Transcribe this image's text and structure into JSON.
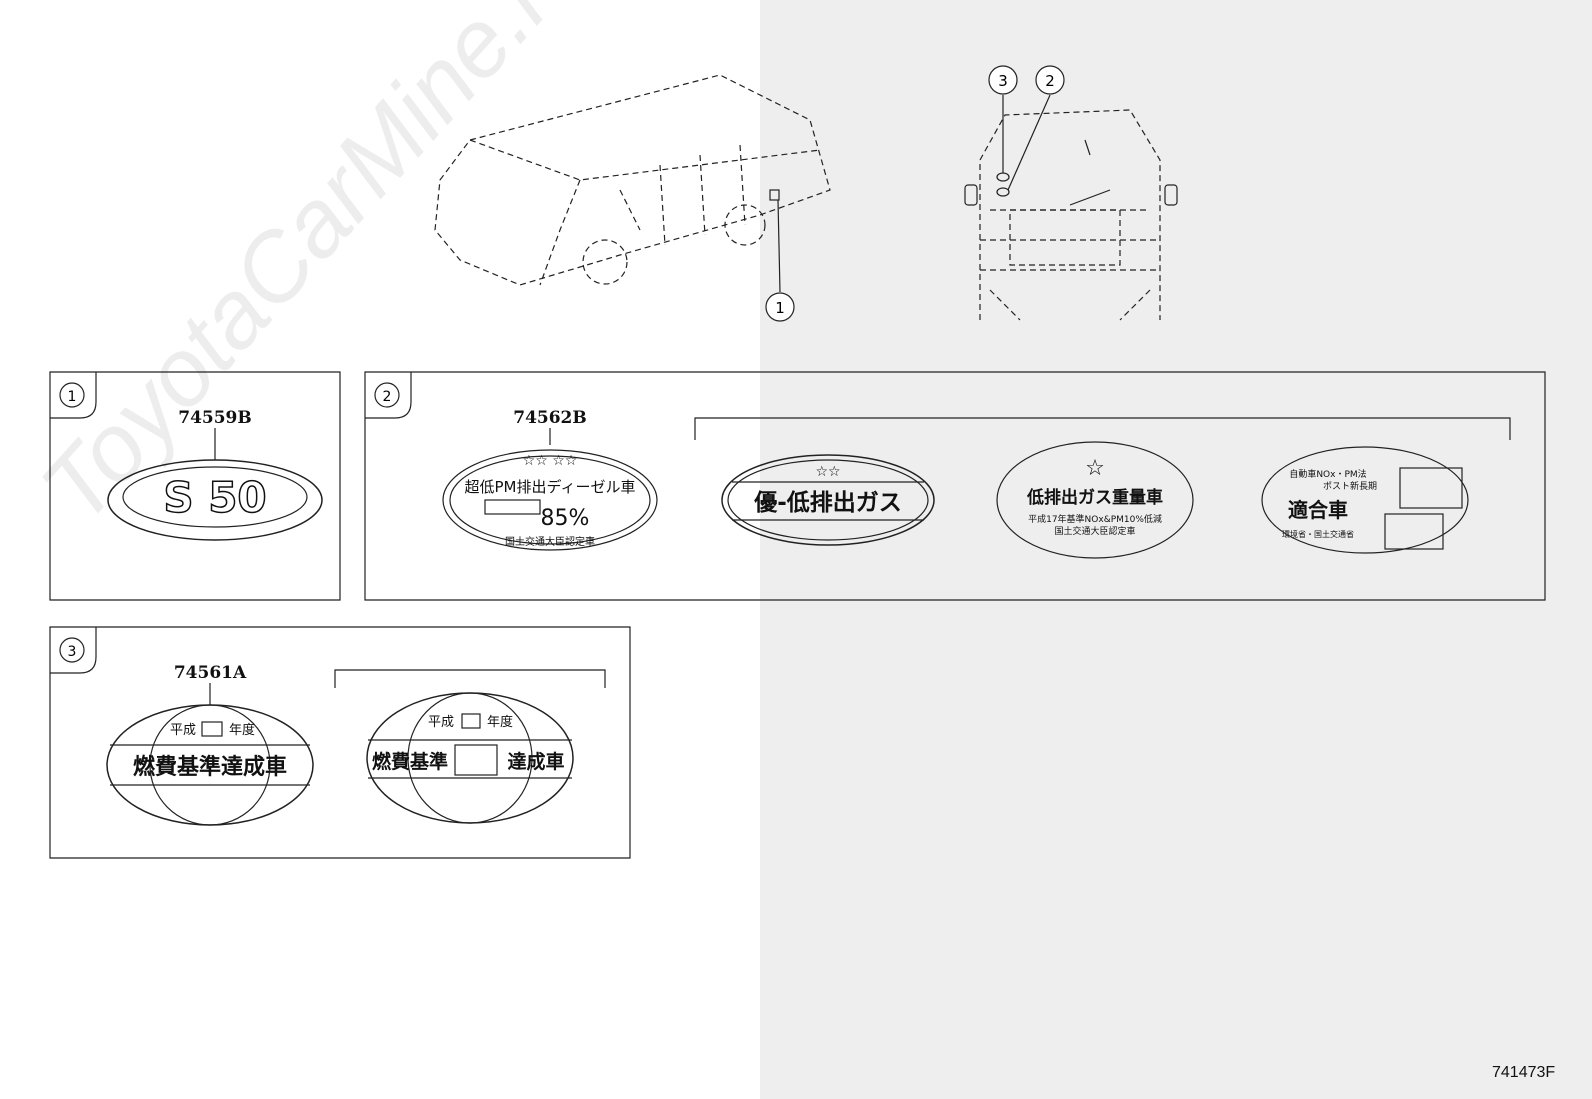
{
  "callouts": {
    "c1": "1",
    "c2": "2",
    "c3": "3"
  },
  "panels": {
    "p1": {
      "number": "1",
      "part": "74559B",
      "label_text": "S 50"
    },
    "p2": {
      "number": "2",
      "part": "74562B",
      "sticker_a": {
        "title": "超低PM排出ディーゼル車",
        "value": "85%",
        "footer": "国土交通大臣認定車"
      },
      "sticker_b": {
        "text": "優-低排出ガス"
      },
      "sticker_c": {
        "title": "低排出ガス重量車",
        "sub1": "平成17年基準NOx&PM10%低減",
        "sub2": "国土交通大臣認定車"
      },
      "sticker_d": {
        "top": "自動車NOx・PM法",
        "sub": "ポスト新長期",
        "main": "適合車",
        "foot": "環境省・国土交通省"
      }
    },
    "p3": {
      "number": "3",
      "part": "74561A",
      "sticker_a": {
        "top1": "平成",
        "top2": "年度",
        "main": "燃費基準達成車"
      },
      "sticker_b": {
        "top1": "平成",
        "top2": "年度",
        "main_left": "燃費基準",
        "main_right": "達成車"
      }
    }
  },
  "watermark": "ToyotaCarMine.ru",
  "figure_id": "741473F"
}
